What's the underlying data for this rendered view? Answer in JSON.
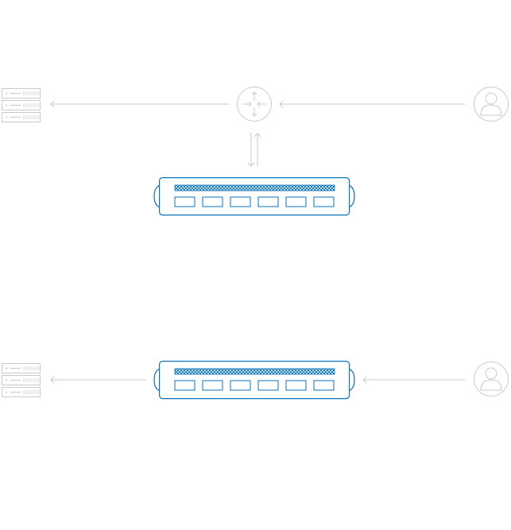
{
  "colors": {
    "line": "#c9c9c9",
    "device": "#0a72b8",
    "background": "#ffffff"
  },
  "icons": {
    "server": "server-rack-icon",
    "router": "router-icon",
    "user": "user-icon",
    "switch": "network-switch-icon"
  },
  "diagrams": [
    {
      "name": "with-router",
      "nodes": [
        "server-rack",
        "router",
        "user",
        "network-switch"
      ]
    },
    {
      "name": "inline-switch",
      "nodes": [
        "server-rack",
        "network-switch",
        "user"
      ]
    }
  ]
}
